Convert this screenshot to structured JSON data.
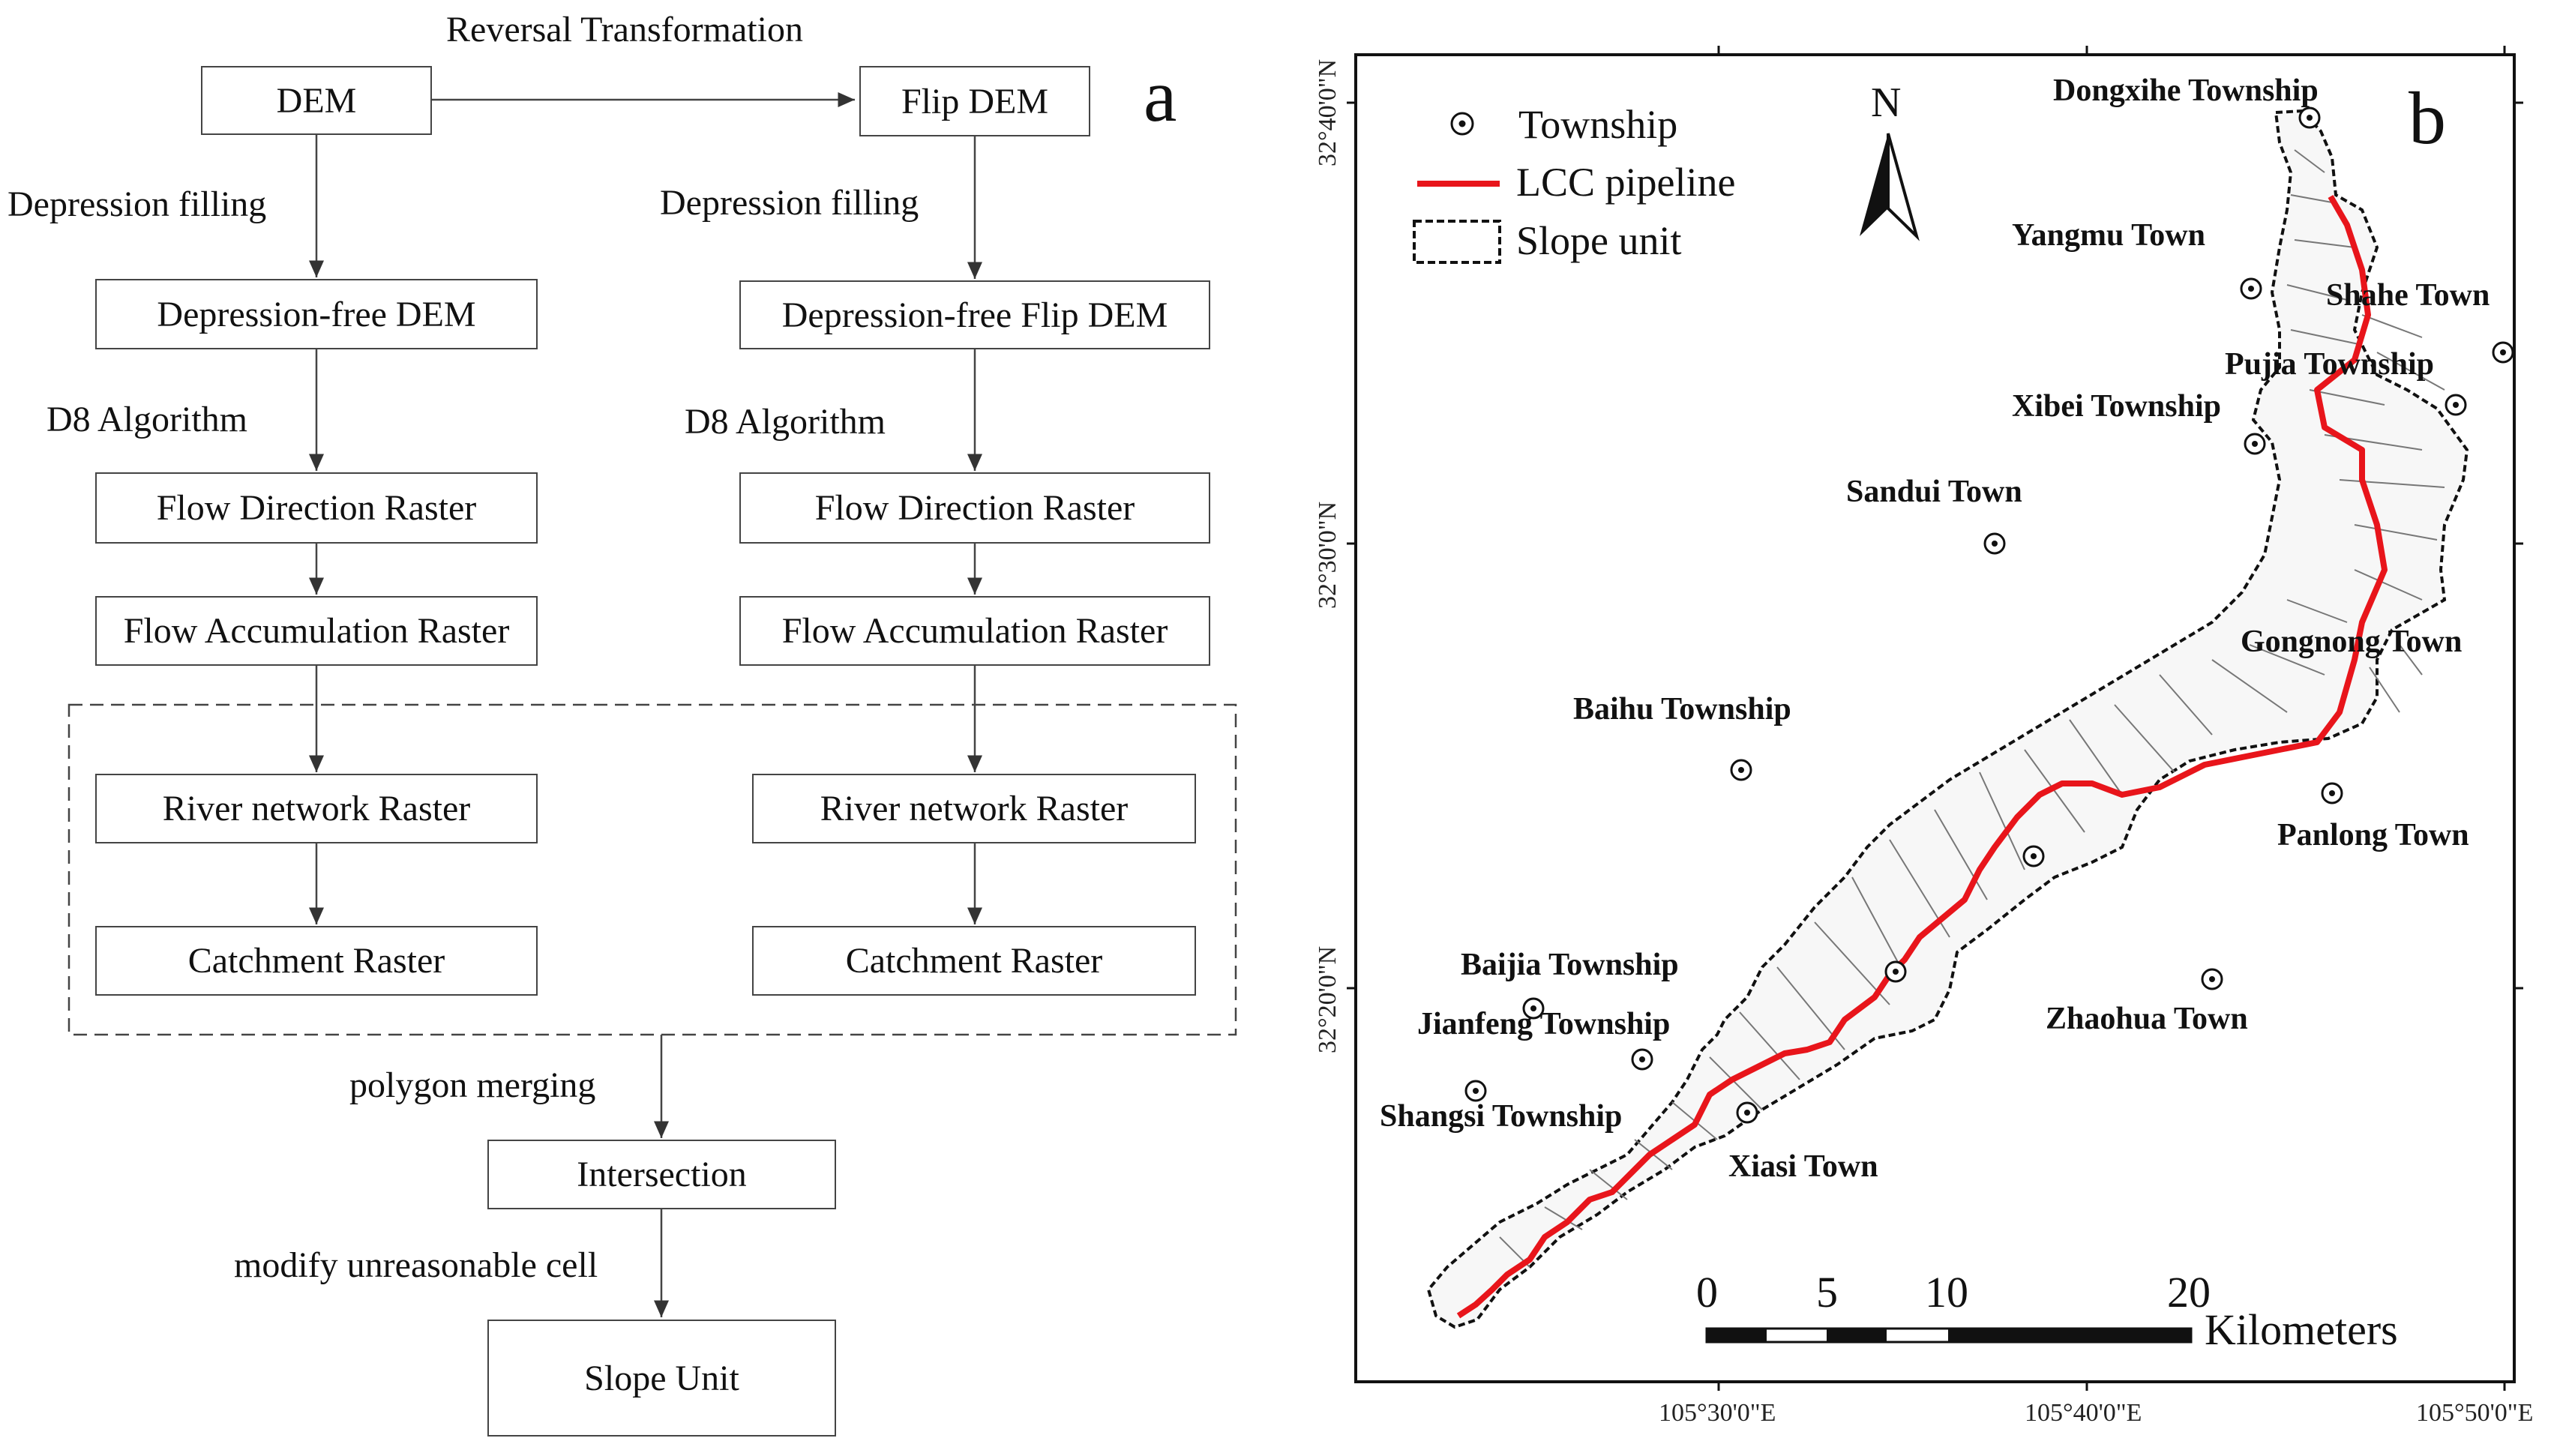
{
  "flowchart": {
    "top_label": "Reversal Transformation",
    "panel_letter": "a",
    "left": {
      "dem": "DEM",
      "step1_label": "Depression filling",
      "filled": "Depression-free DEM",
      "step2_label": "D8 Algorithm",
      "flow_dir": "Flow Direction Raster",
      "flow_acc": "Flow Accumulation Raster",
      "river": "River network Raster",
      "catchment": "Catchment Raster"
    },
    "right": {
      "dem": "Flip DEM",
      "step1_label": "Depression filling",
      "filled": "Depression-free Flip DEM",
      "step2_label": "D8 Algorithm",
      "flow_dir": "Flow Direction Raster",
      "flow_acc": "Flow Accumulation Raster",
      "river": "River network Raster",
      "catchment": "Catchment Raster"
    },
    "merge_label": "polygon merging",
    "intersection": "Intersection",
    "modify_label": "modify unreasonable cell",
    "slope_unit": "Slope Unit"
  },
  "map": {
    "panel_letter": "b",
    "north": "N",
    "legend": {
      "township": "Township",
      "pipeline": "LCC pipeline",
      "slope_unit": "Slope unit"
    },
    "towns": {
      "dongxihe": "Dongxihe Township",
      "yangmu": "Yangmu Town",
      "shahe": "Shahe Town",
      "pujia": "Pujia Township",
      "xibei": "Xibei Township",
      "sandui": "Sandui Town",
      "gongnong": "Gongnong Town",
      "baihu": "Baihu Township",
      "panlong": "Panlong Town",
      "baijia": "Baijia Township",
      "jianfeng": "Jianfeng Township",
      "zhaohua": "Zhaohua Town",
      "shangsi": "Shangsi Township",
      "xiasi": "Xiasi Town"
    },
    "lat_labels": [
      "32°40'0\"N",
      "32°30'0\"N",
      "32°20'0\"N"
    ],
    "lon_labels": [
      "105°30'0\"E",
      "105°40'0\"E",
      "105°50'0\"E"
    ],
    "scale": {
      "ticks": [
        "0",
        "5",
        "10",
        "20"
      ],
      "unit": "Kilometers"
    },
    "colors": {
      "pipeline": "#e8151b",
      "streams": "#888888",
      "boundary": "#111111"
    }
  }
}
